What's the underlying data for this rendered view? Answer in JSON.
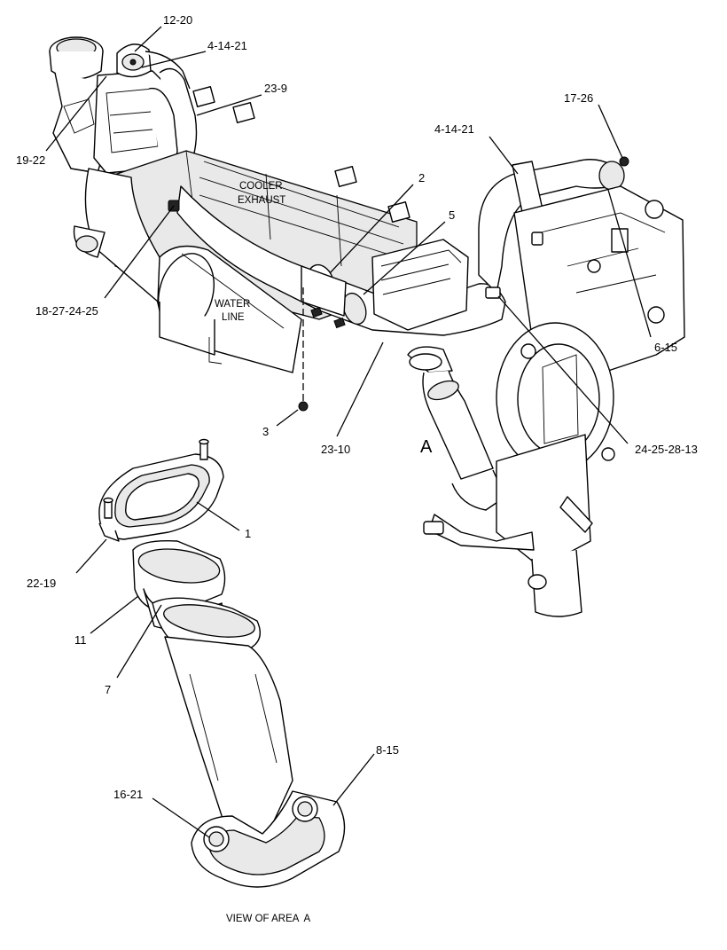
{
  "diagram": {
    "callouts": {
      "c_12_20": "12-20",
      "c_4_14_21_top": "4-14-21",
      "c_23_9": "23-9",
      "c_19_22": "19-22",
      "c_4_14_21_right": "4-14-21",
      "c_17_26": "17-26",
      "c_2": "2",
      "c_5": "5",
      "c_18_27_24_25": "18-27-24-25",
      "c_6_15": "6-15",
      "c_3": "3",
      "c_23_10": "23-10",
      "c_24_25_28_13": "24-25-28-13",
      "c_1": "1",
      "c_22_19": "22-19",
      "c_11": "11",
      "c_7": "7",
      "c_8_15": "8-15",
      "c_16_21": "16-21"
    },
    "labels": {
      "cooler_line1": "COOLER",
      "cooler_line2": "EXHAUST",
      "water_line1": "WATER",
      "water_line2": "LINE",
      "area_marker": "A"
    },
    "caption": "VIEW OF AREA  A"
  }
}
